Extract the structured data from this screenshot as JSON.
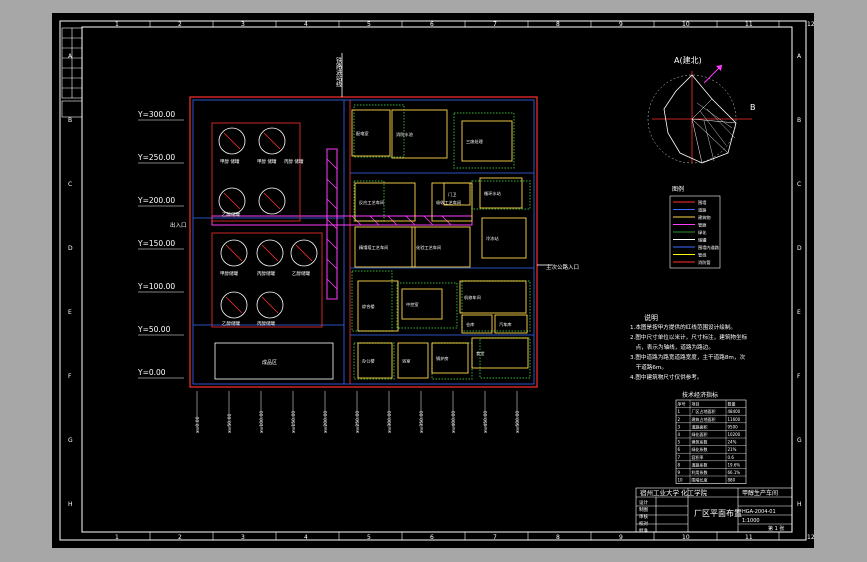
{
  "colors": {
    "background": "#a7a7a7",
    "sheet": "#000000",
    "frame": "#ffffff",
    "site": "#ff3030",
    "road": "#3a6bff",
    "building": "#ffd84a",
    "green": "#2f8f2f",
    "pipe": "#ff3cff",
    "rack": "#c060c0"
  },
  "frame": {
    "cols": [
      "1",
      "2",
      "3",
      "4",
      "5",
      "6",
      "7",
      "8",
      "9",
      "10",
      "11",
      "12"
    ],
    "rows": [
      "A",
      "B",
      "C",
      "D",
      "E",
      "F",
      "G",
      "H"
    ]
  },
  "y_axis": [
    "Y=300.00",
    "Y=250.00",
    "Y=200.00",
    "Y=150.00",
    "Y=100.00",
    "Y=50.00",
    "Y=0.00"
  ],
  "north": {
    "label": "A(建北)",
    "b_label": "B"
  },
  "labels": {
    "entrance_top": "铁路进站线",
    "entrance_right": "主次公路入口",
    "gate_left": "出入口"
  },
  "buildings": [
    {
      "id": "b1",
      "label": "配电室"
    },
    {
      "id": "b2",
      "label": "消防水池"
    },
    {
      "id": "b3",
      "label": "三废处理"
    },
    {
      "id": "b4",
      "label": "甲醇 储罐"
    },
    {
      "id": "b5",
      "label": "甲醇 储罐"
    },
    {
      "id": "b6",
      "label": "丙醇 储罐"
    },
    {
      "id": "b7",
      "label": "乙醇储罐"
    },
    {
      "id": "b8",
      "label": "甲醇储罐"
    },
    {
      "id": "b9",
      "label": "丙醇储罐"
    },
    {
      "id": "b10",
      "label": "乙醇储罐"
    },
    {
      "id": "b11",
      "label": "丙醇储罐"
    },
    {
      "id": "b12",
      "label": "成品区"
    },
    {
      "id": "b13",
      "label": "反应工艺车间"
    },
    {
      "id": "b14",
      "label": "精馏塔工艺车间"
    },
    {
      "id": "b15",
      "label": "化验工艺车间"
    },
    {
      "id": "b16",
      "label": "吸收工艺车间"
    },
    {
      "id": "b17",
      "label": "循环水站"
    },
    {
      "id": "b18",
      "label": "冷冻站"
    },
    {
      "id": "b19",
      "label": "综合楼"
    },
    {
      "id": "b20",
      "label": "中控室"
    },
    {
      "id": "b21",
      "label": "机修车间"
    },
    {
      "id": "b22",
      "label": "仓库"
    },
    {
      "id": "b23",
      "label": "汽车库"
    },
    {
      "id": "b24",
      "label": "办公楼"
    },
    {
      "id": "b25",
      "label": "浴室"
    },
    {
      "id": "b26",
      "label": "锅炉房"
    },
    {
      "id": "b27",
      "label": "食堂"
    },
    {
      "id": "b28",
      "label": "门卫"
    }
  ],
  "legend": {
    "title": "图例",
    "items": [
      "围墙",
      "道路",
      "建筑物",
      "管廊",
      "绿化",
      "储罐",
      "围墙内道路",
      "管线",
      "消防管"
    ]
  },
  "notes": {
    "title": "说明",
    "lines": [
      "1.本图是按甲方提供的红线范围设计绘制。",
      "2.图中尺寸单位以米计，尺寸标注，建筑物坐标",
      "　点，表示为轴线，道路为路边。",
      "3.图中道路为路宽道路宽度，主干道路8m，次",
      "　干道路6m。",
      "4.图中建筑物尺寸仅供参考。"
    ]
  },
  "econ_table": {
    "title": "技术经济指标",
    "rows": [
      [
        "序号",
        "项目",
        "数量"
      ],
      [
        "1",
        "厂区占地面积",
        "48400"
      ],
      [
        "2",
        "建筑占地面积",
        "11600"
      ],
      [
        "3",
        "道路面积",
        "9500"
      ],
      [
        "4",
        "绿化面积",
        "10200"
      ],
      [
        "5",
        "建筑系数",
        "24%"
      ],
      [
        "6",
        "绿化系数",
        "21%"
      ],
      [
        "7",
        "容积率",
        "0.6"
      ],
      [
        "8",
        "道路系数",
        "19.6%"
      ],
      [
        "9",
        "利用系数",
        "66.1%"
      ],
      [
        "10",
        "围墙长度",
        "880"
      ]
    ]
  },
  "title_block": {
    "school": "宿州工业大学 化工学院",
    "drawing": "厂区平面布置",
    "project": "甲醇生产车间",
    "number": "HGA-2004-01",
    "scale": "1:1000",
    "sheet": "第 1 张",
    "roles": [
      "设计",
      "制图",
      "审核",
      "校对",
      "批准"
    ]
  },
  "dims": [
    "x=0.00",
    "x=50.00",
    "x=100.00",
    "x=150.00",
    "x=200.00",
    "x=250.00",
    "x=300.00",
    "x=350.00",
    "x=400.00",
    "x=450.00",
    "x=500.00"
  ]
}
